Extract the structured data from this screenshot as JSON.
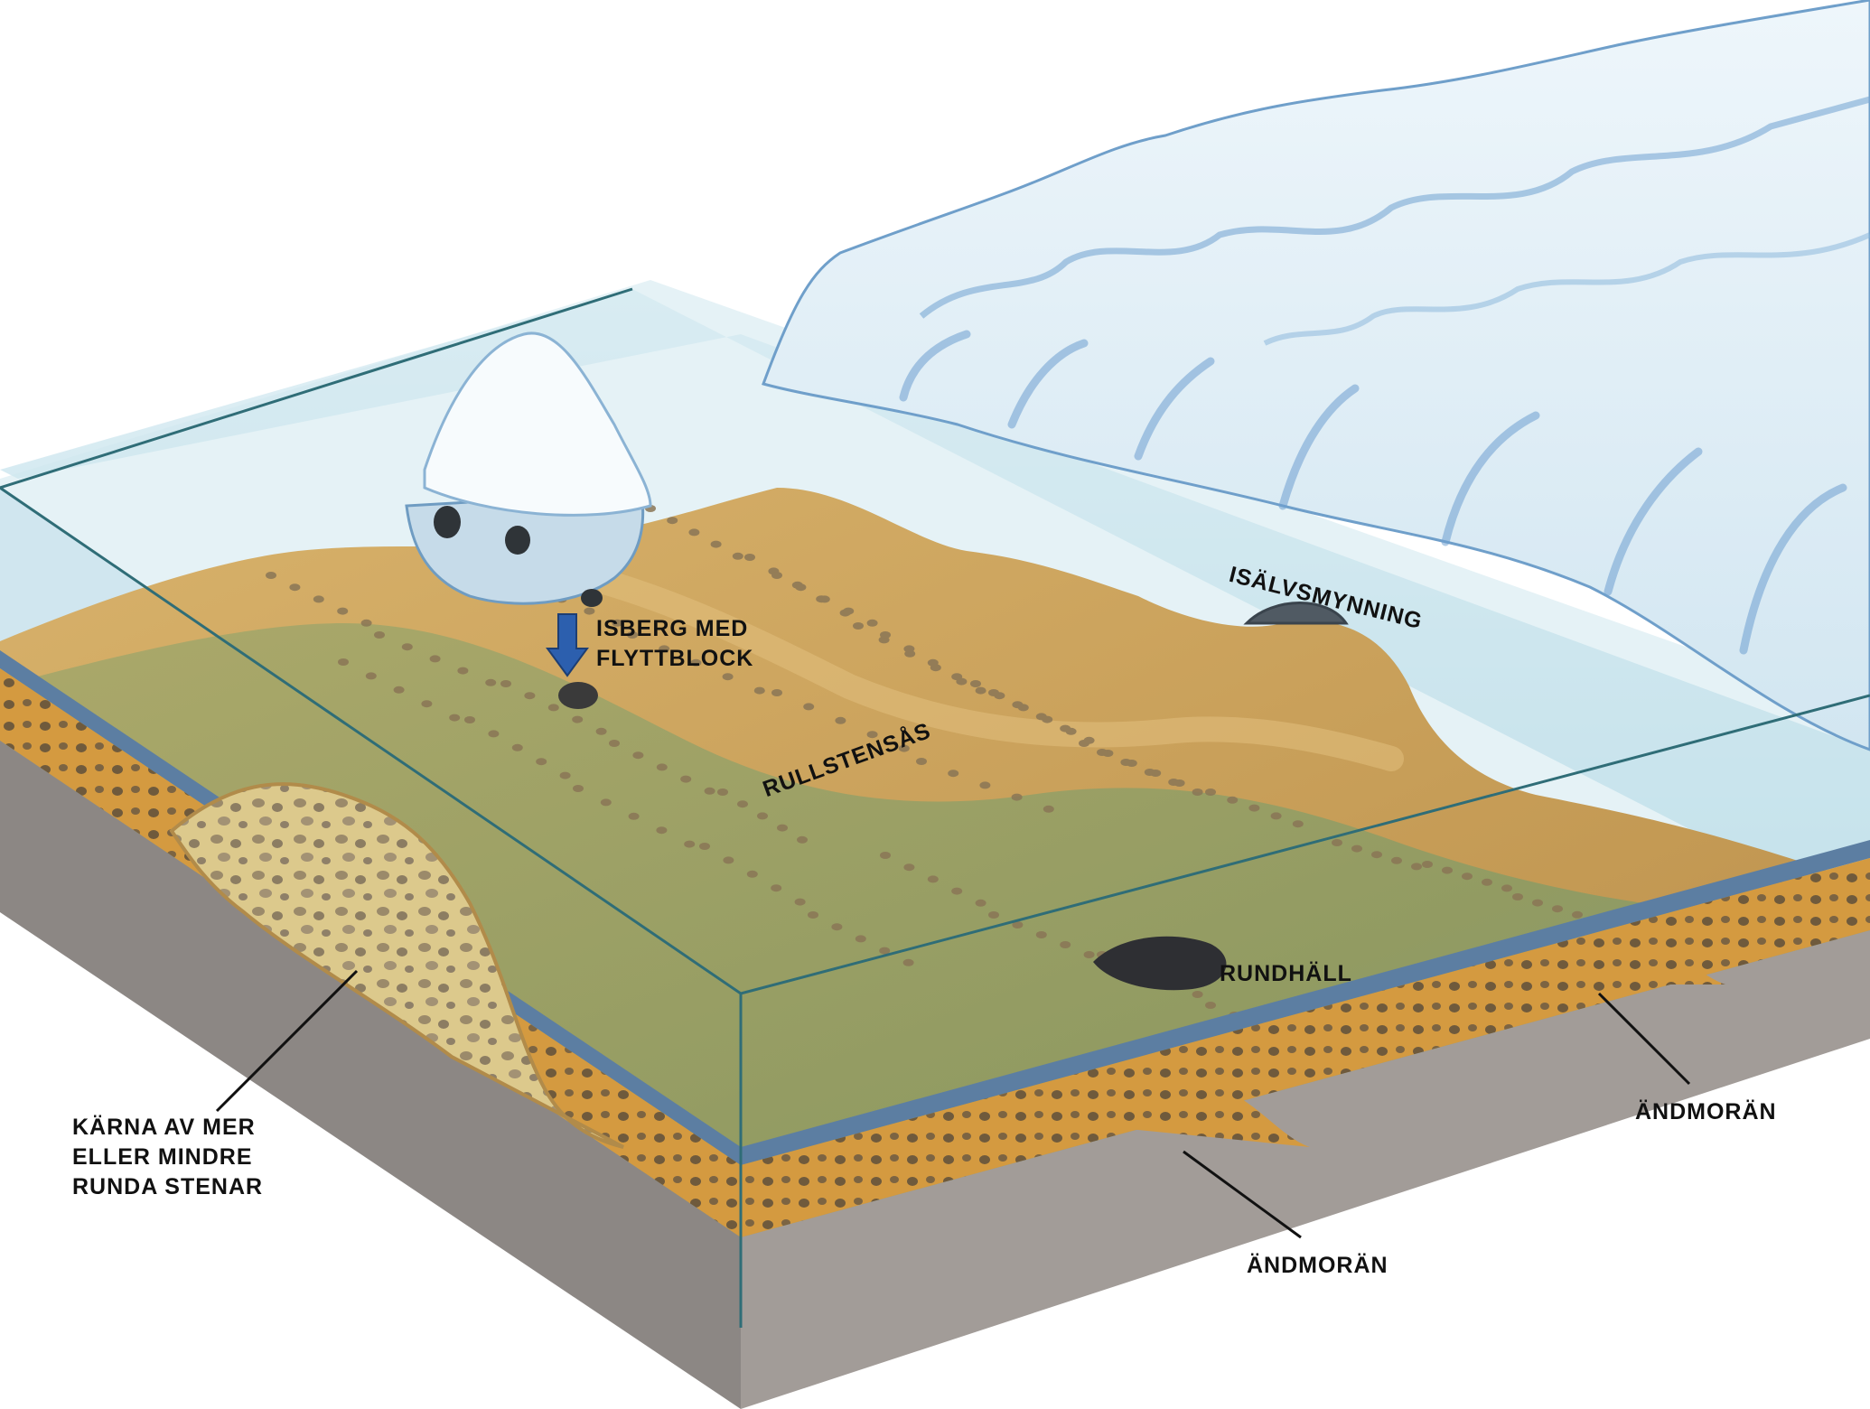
{
  "labels": {
    "isberg": [
      "ISBERG MED",
      "FLYTTBLOCK"
    ],
    "isalvsmynning": "ISÄLVSMYNNING",
    "rullstensas": "RULLSTENSÅS",
    "rundhall": "RUNDHÄLL",
    "karna": [
      "KÄRNA AV MER",
      "ELLER MINDRE",
      "RUNDA STENAR"
    ],
    "andmoran_right": "ÄNDMORÄN",
    "andmoran_bottom": "ÄNDMORÄN"
  },
  "colors": {
    "water": "#bfe0ea",
    "water_deep": "#6fb6cf",
    "ice": "#f3f8fb",
    "ice_shadow": "#7fb1d6",
    "sand": "#c9a25a",
    "green_floor": "#98a166",
    "gravel": "#d59b43",
    "bedrock": "#8d8886",
    "arrow": "#2c5fae"
  }
}
